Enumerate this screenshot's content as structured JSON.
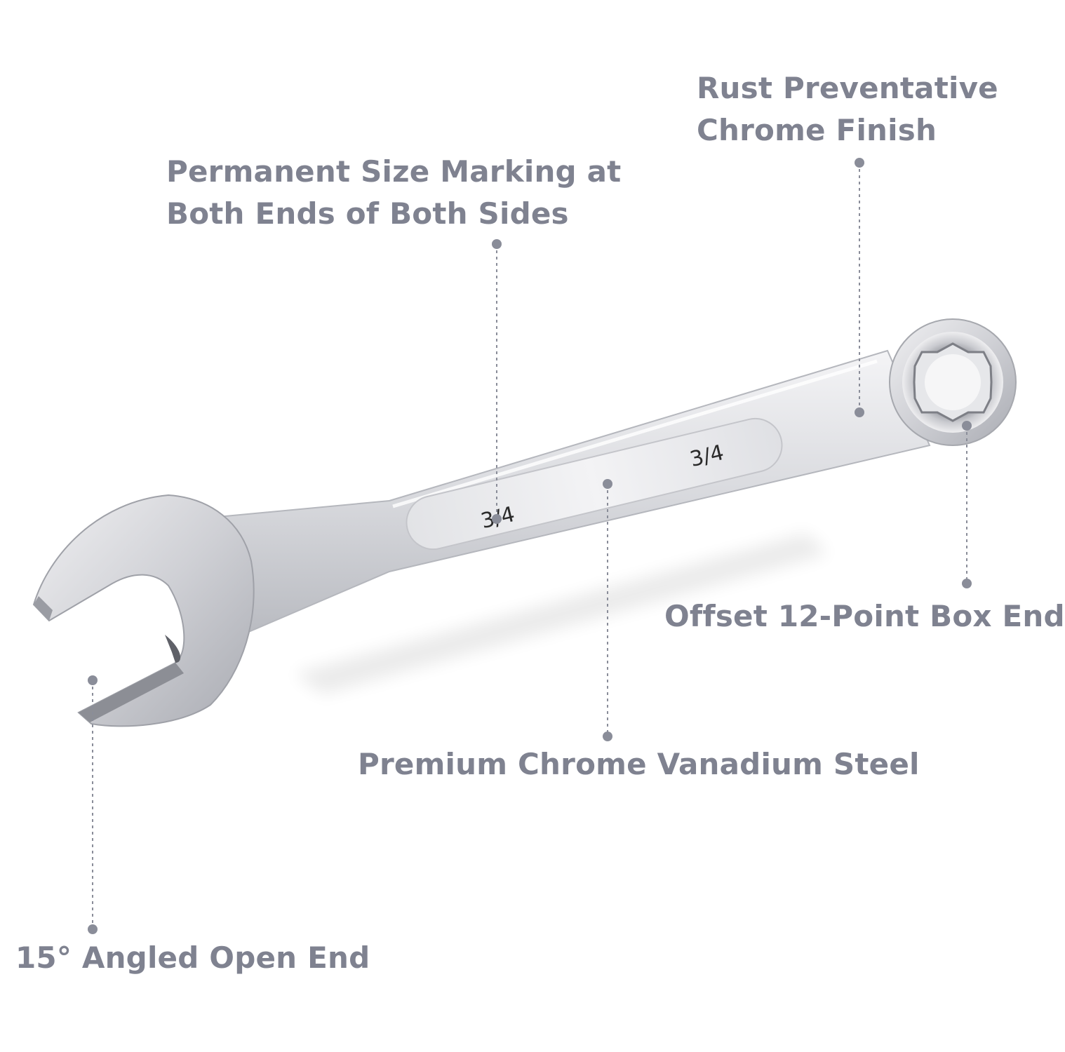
{
  "callouts": {
    "rust_finish": [
      "Rust Preventative",
      "Chrome Finish"
    ],
    "size_marking": [
      "Permanent Size Marking at",
      "Both Ends of Both Sides"
    ],
    "box_end": "Offset 12-Point Box End",
    "steel": "Premium Chrome Vanadium Steel",
    "open_end": "15° Angled Open End"
  },
  "wrench": {
    "size_marks": [
      "3/4",
      "3/4"
    ]
  },
  "colors": {
    "callout_text": "#7f8290",
    "leader": "#8a8d99",
    "chrome": "#d9dade"
  }
}
